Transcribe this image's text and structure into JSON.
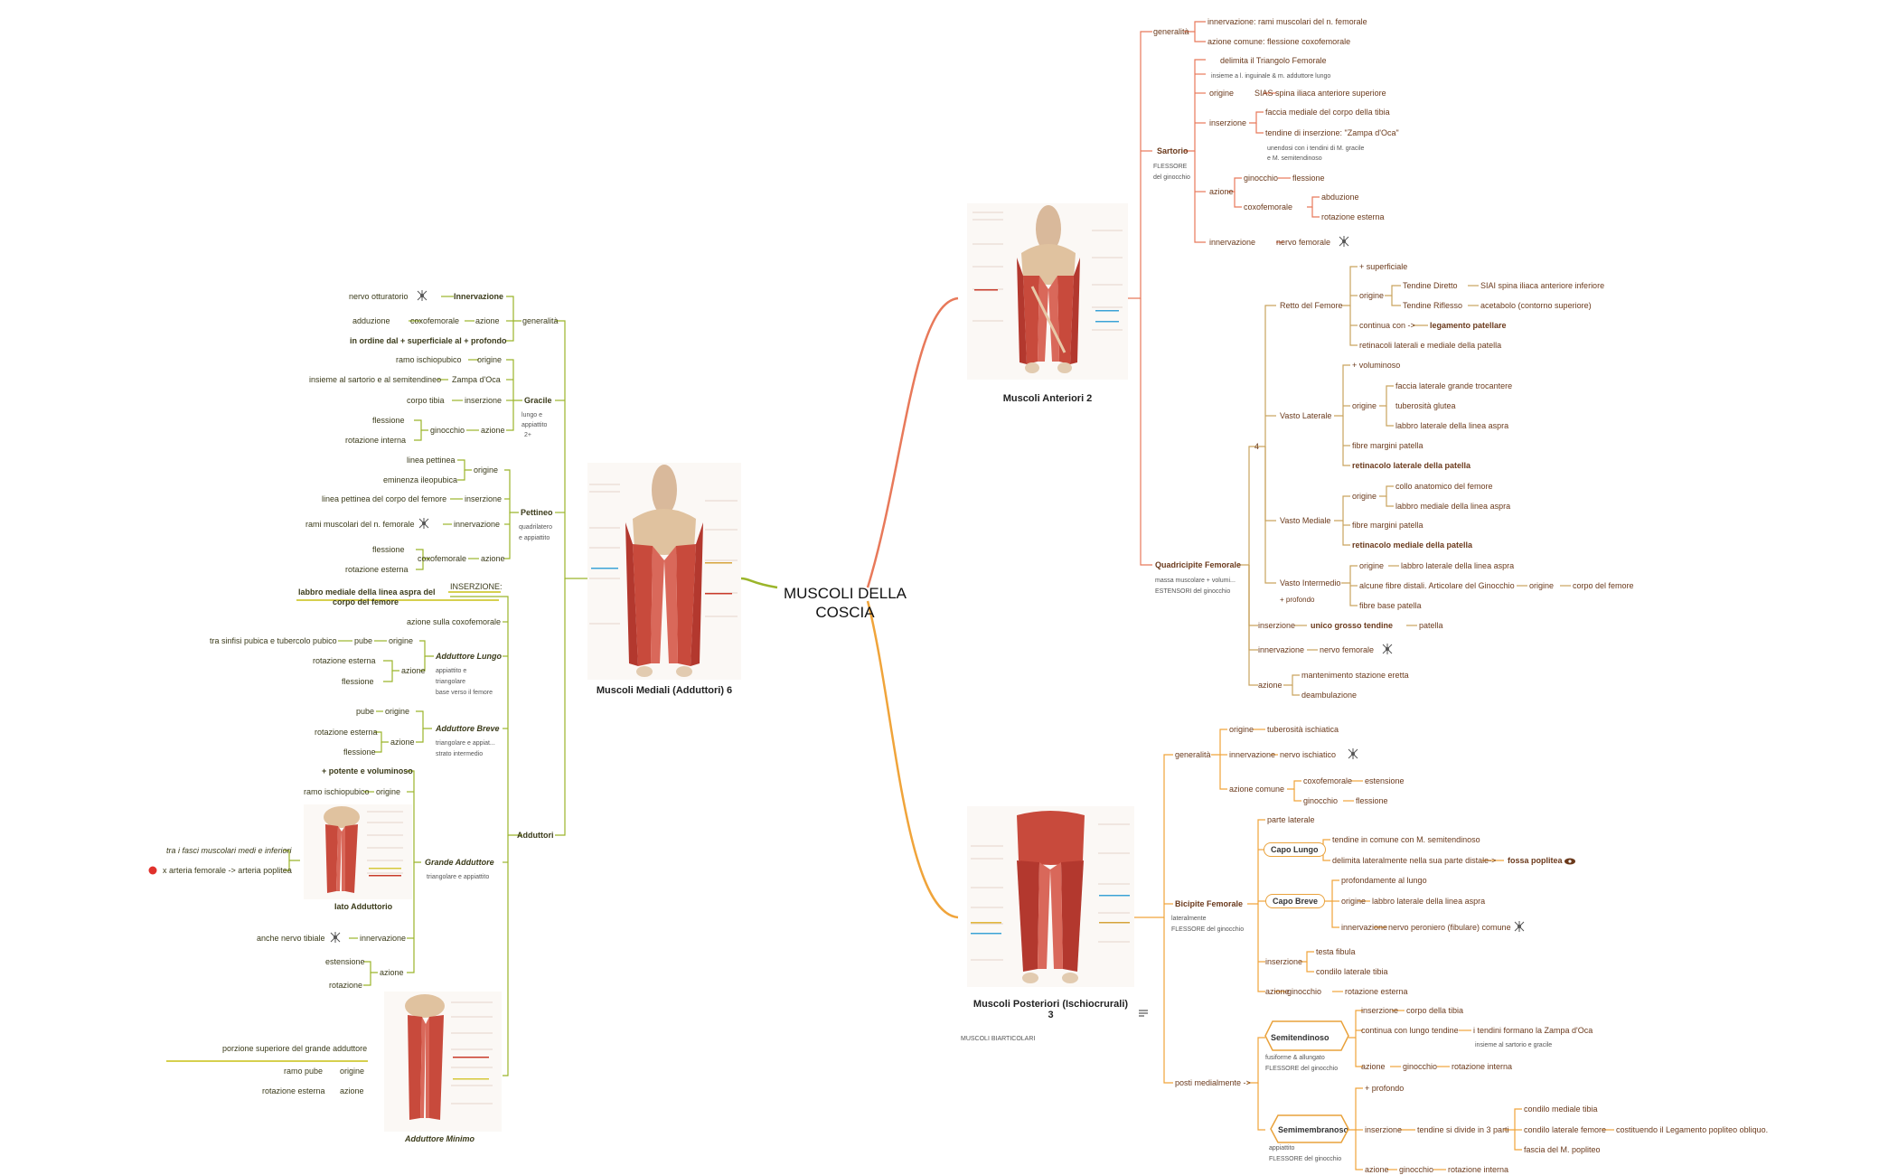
{
  "center": {
    "line1": "MUSCOLI DELLA",
    "line2": "COSCIA"
  },
  "sections": {
    "anteriori": "Muscoli Anteriori 2",
    "mediali": "Muscoli Mediali (Adduttori) 6",
    "posteriori_1": "Muscoli Posteriori (Ischiocrurali)",
    "posteriori_2": "3",
    "posteriori_note": "MUSCOLI BIARTICOLARI"
  },
  "colors": {
    "anteriori": "#e8795a",
    "mediali": "#9bb52a",
    "posteriori": "#f0a43a",
    "quadricipite": "#c9a35e"
  },
  "icons": {
    "nerve": "nerve-icon",
    "notes": "notes-icon",
    "bullet": "red-dot-icon",
    "eye": "eye-icon"
  },
  "ant": {
    "generalita": "generalità",
    "gen_innervazione": "innervazione: rami muscolari del n. femorale",
    "gen_azione": "azione comune: flessione coxofemorale",
    "sartorio": "Sartorio",
    "sartorio_note1": "FLESSORE",
    "sartorio_note2": "del ginocchio",
    "delimita": "delimita il Triangolo Femorale",
    "insieme": "insieme a l. inguinale & m. adduttore lungo",
    "origine": "origine",
    "sias": "SIAS spina iliaca anteriore superiore",
    "inserzione": "inserzione",
    "faccia_mediale": "faccia mediale del corpo della tibia",
    "tendine_ins": "tendine di inserzione: \"Zampa d'Oca\"",
    "unendosi1": "unendosi con i tendini di M. gracile",
    "unendosi2": "e M. semitendinoso",
    "azione": "azione",
    "ginocchio": "ginocchio",
    "flessione": "flessione",
    "coxofemorale": "coxofemorale",
    "abduzione": "abduzione",
    "rotazione_esterna": "rotazione esterna",
    "innervazione": "innervazione",
    "nervo_femorale": "nervo femorale",
    "quadricipite": "Quadricipite Femorale",
    "quad_note1": "massa muscolare + volumi...",
    "quad_note2": "ESTENSORI del ginocchio",
    "quattro": "4",
    "retto": "Retto del Femore",
    "superficiale": "+ superficiale",
    "tendine_diretto": "Tendine Diretto",
    "siai": "SIAI spina iliaca anteriore inferiore",
    "tendine_riflesso": "Tendine Riflesso",
    "acetabolo": "acetabolo (contorno superiore)",
    "continua": "continua con ->",
    "legamento": "legamento patellare",
    "retinacoli": "retinacoli laterali e mediale della patella",
    "vasto_laterale": "Vasto Laterale",
    "voluminoso": "+ voluminoso",
    "faccia_laterale": "faccia laterale grande trocantere",
    "tuberosita_glutea": "tuberosità glutea",
    "labbro_lat": "labbro laterale della linea aspra",
    "fibre_margini": "fibre margini patella",
    "retinacolo_lat": "retinacolo laterale della patella",
    "vasto_mediale": "Vasto Mediale",
    "collo": "collo anatomico del femore",
    "labbro_med": "labbro mediale della linea aspra",
    "fibre_margini2": "fibre margini patella",
    "retinacolo_med": "retinacolo mediale della patella",
    "vasto_intermedio": "Vasto Intermedio",
    "profondo": "+ profondo",
    "labbro_lat2": "labbro laterale della linea aspra",
    "alcune_fibre": "alcune fibre distali. Articolare del Ginocchio",
    "corpo_femore": "corpo del femore",
    "fibre_base": "fibre base patella",
    "unico_tendine": "unico grosso tendine",
    "patella": "patella",
    "mantenimento": "mantenimento stazione eretta",
    "deambulazione": "deambulazione"
  },
  "med": {
    "generalita": "generalità",
    "nervo_otturatorio": "nervo otturatorio",
    "innervazione_b": "Innervazione",
    "adduzione": "adduzione",
    "coxofemorale": "coxofemorale",
    "azione": "azione",
    "ordine": "in ordine dal + superficiale al + profondo",
    "gracile": "Gracile",
    "gracile_note1": "lungo e",
    "gracile_note2": "appiattito",
    "gracile_note3": "2+",
    "ramo_ischio": "ramo ischiopubico",
    "origine": "origine",
    "insieme_sartorio": "insieme al sartorio e al semitendineo",
    "zampa": "Zampa d'Oca",
    "corpo_tibia": "corpo tibia",
    "inserzione": "inserzione",
    "flessione": "flessione",
    "ginocchio": "ginocchio",
    "rotazione_interna": "rotazione interna",
    "pettineo": "Pettineo",
    "pettineo_note1": "quadrilatero",
    "pettineo_note2": "e appiattito",
    "linea_pettinea": "linea pettinea",
    "eminenza": "eminenza ileopubica",
    "linea_pettinea_corpo": "linea pettinea del corpo del femore",
    "rami_muscolari": "rami muscolari del n. femorale",
    "innervazione": "innervazione",
    "flessione2": "flessione",
    "rotazione_esterna": "rotazione esterna",
    "adduttori": "Adduttori",
    "inserzione_caps": "INSERZIONE:",
    "labbro_mediale1": "labbro mediale della linea aspra del",
    "labbro_mediale2": "corpo del femore",
    "azione_coxo": "azione sulla coxofemorale",
    "lungo": "Adduttore Lungo",
    "lungo_note1": "appiattito e",
    "lungo_note2": "triangolare",
    "lungo_note3": "base verso il femore",
    "sinfisi": "tra sinfisi pubica e tubercolo pubico",
    "pube": "pube",
    "rotazione_esterna2": "rotazione esterna",
    "flessione3": "flessione",
    "breve": "Adduttore Breve",
    "breve_note1": "triangolare e appiat...",
    "breve_note2": "strato intermedio",
    "pube2": "pube",
    "rotazione_esterna3": "rotazione esterna",
    "flessione4": "flessione",
    "grande": "Grande Adduttore",
    "grande_note": "triangolare e appiattito",
    "potente": "+ potente e voluminoso",
    "ramo_ischio2": "ramo ischiopubico",
    "iato": "Iato Adduttorio",
    "tra_fasci": "tra i fasci muscolari medi e inferiori",
    "arteria": "x arteria femorale -> arteria poplitea",
    "nervo_tibiale": "anche nervo tibiale",
    "estensione": "estensione",
    "rotazione": "rotazione",
    "minimo": "Adduttore Minimo",
    "porzione": "porzione superiore del grande adduttore",
    "ramo_pube": "ramo pube",
    "rotazione_esterna4": "rotazione esterna"
  },
  "post": {
    "generalita": "generalità",
    "origine": "origine",
    "tuberosita": "tuberosità ischiatica",
    "innervazione": "innervazione",
    "nervo_ischiatico": "nervo ischiatico",
    "azione_comune": "azione comune",
    "coxofemorale": "coxofemorale",
    "estensione": "estensione",
    "ginocchio": "ginocchio",
    "flessione": "flessione",
    "bicipite": "Bicipite Femorale",
    "bicipite_note1": "lateralmente",
    "bicipite_note2": "FLESSORE del ginocchio",
    "parte_laterale": "parte laterale",
    "capo_lungo": "Capo Lungo",
    "tendine_comune": "tendine in comune con M. semitendinoso",
    "delimita": "delimita lateralmente nella sua parte distale->",
    "fossa": "fossa poplitea",
    "capo_breve": "Capo Breve",
    "profondamente": "profondamente al lungo",
    "origine2": "origine",
    "labbro_lat": "labbro laterale della linea aspra",
    "innervazione2": "innervazione",
    "nervo_peroniero": "nervo peroniero (fibulare) comune",
    "inserzione": "inserzione",
    "testa_fibula": "testa fibula",
    "condilo_lat": "condilo laterale tibia",
    "azione": "azione",
    "ginocchio2": "ginocchio",
    "rotazione_esterna": "rotazione esterna",
    "posti": "posti medialmente ->",
    "semitendinoso": "Semitendinoso",
    "semit_note1": "fusiforme & allungato",
    "semit_note2": "FLESSORE del ginocchio",
    "inserzione2": "inserzione",
    "corpo_tibia": "corpo della tibia",
    "continua": "continua con lungo tendine",
    "tendini_zampa": "i tendini formano la Zampa d'Oca",
    "insieme_sart": "insieme al sartorio e gracile",
    "azione2": "azione",
    "ginocchio3": "ginocchio",
    "rotazione_interna": "rotazione interna",
    "semimembranoso": "Semimembranoso",
    "semim_note1": "appiattito",
    "semim_note2": "FLESSORE del ginocchio",
    "piu_profondo": "+ profondo",
    "inserzione3": "inserzione",
    "tendine_divide": "tendine si divide in 3 parti",
    "condilo_med": "condilo mediale tibia",
    "condilo_lat_femore": "condilo laterale femore",
    "costituendo": "costituendo il Legamento popliteo obliquo.",
    "fascia": "fascia del M. popliteo",
    "azione3": "azione",
    "ginocchio4": "ginocchio",
    "rotazione_interna2": "rotazione interna"
  }
}
